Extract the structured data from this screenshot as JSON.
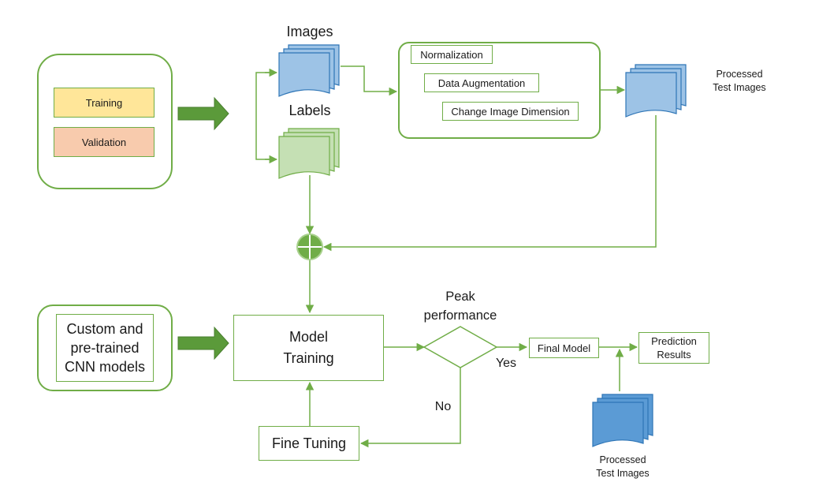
{
  "dataset": {
    "training_label": "Training",
    "validation_label": "Validation",
    "colors": {
      "training": "#ffe699",
      "validation": "#f8cbad"
    }
  },
  "inputs": {
    "images_label": "Images",
    "labels_label": "Labels"
  },
  "preprocessing": {
    "steps": [
      "Normalization",
      "Data Augmentation",
      "Change Image Dimension"
    ]
  },
  "processed_top_label_line1": "Processed",
  "processed_top_label_line2": "Test Images",
  "models": {
    "line1": "Custom and",
    "line2": "pre-trained",
    "line3": "CNN models"
  },
  "training": {
    "line1": "Model",
    "line2": "Training"
  },
  "fine_tuning": "Fine Tuning",
  "decision": {
    "line1": "Peak",
    "line2": "performance",
    "yes": "Yes",
    "no": "No"
  },
  "final_model": "Final Model",
  "prediction": {
    "line1": "Prediction",
    "line2": "Results"
  },
  "processed_bottom_label_line1": "Processed",
  "processed_bottom_label_line2": "Test Images",
  "colors": {
    "accent_green": "#70ad47",
    "arrow_green": "#5b9a3a",
    "doc_blue": "#9dc3e6",
    "doc_blue_dark": "#2e75b6",
    "doc_green": "#c5e0b4"
  }
}
